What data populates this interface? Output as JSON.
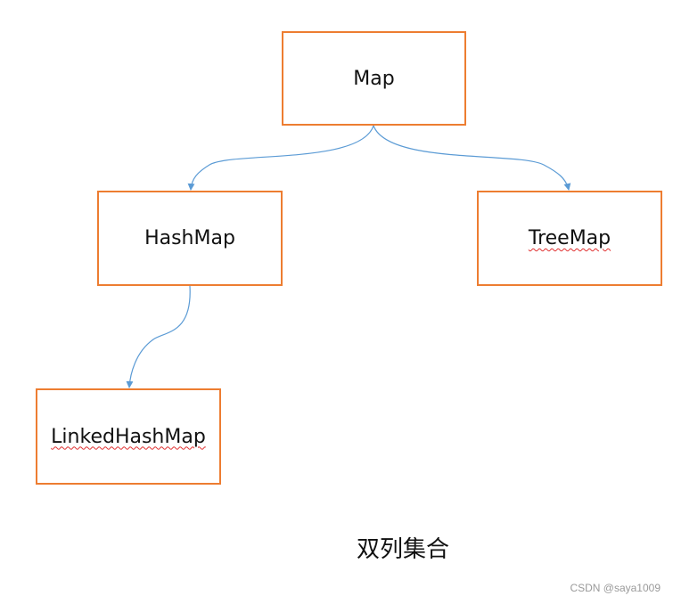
{
  "diagram": {
    "nodes": {
      "map": "Map",
      "hashmap": "HashMap",
      "treemap": "TreeMap",
      "linkedhashmap": "LinkedHashMap"
    },
    "edges": [
      {
        "from": "Map",
        "to": "HashMap"
      },
      {
        "from": "Map",
        "to": "TreeMap"
      },
      {
        "from": "HashMap",
        "to": "LinkedHashMap"
      }
    ],
    "caption": "双列集合",
    "colors": {
      "node_border": "#ed7d31",
      "connector": "#5b9bd5",
      "spellcheck_underline": "#e03030"
    }
  },
  "watermark": "CSDN @saya1009"
}
